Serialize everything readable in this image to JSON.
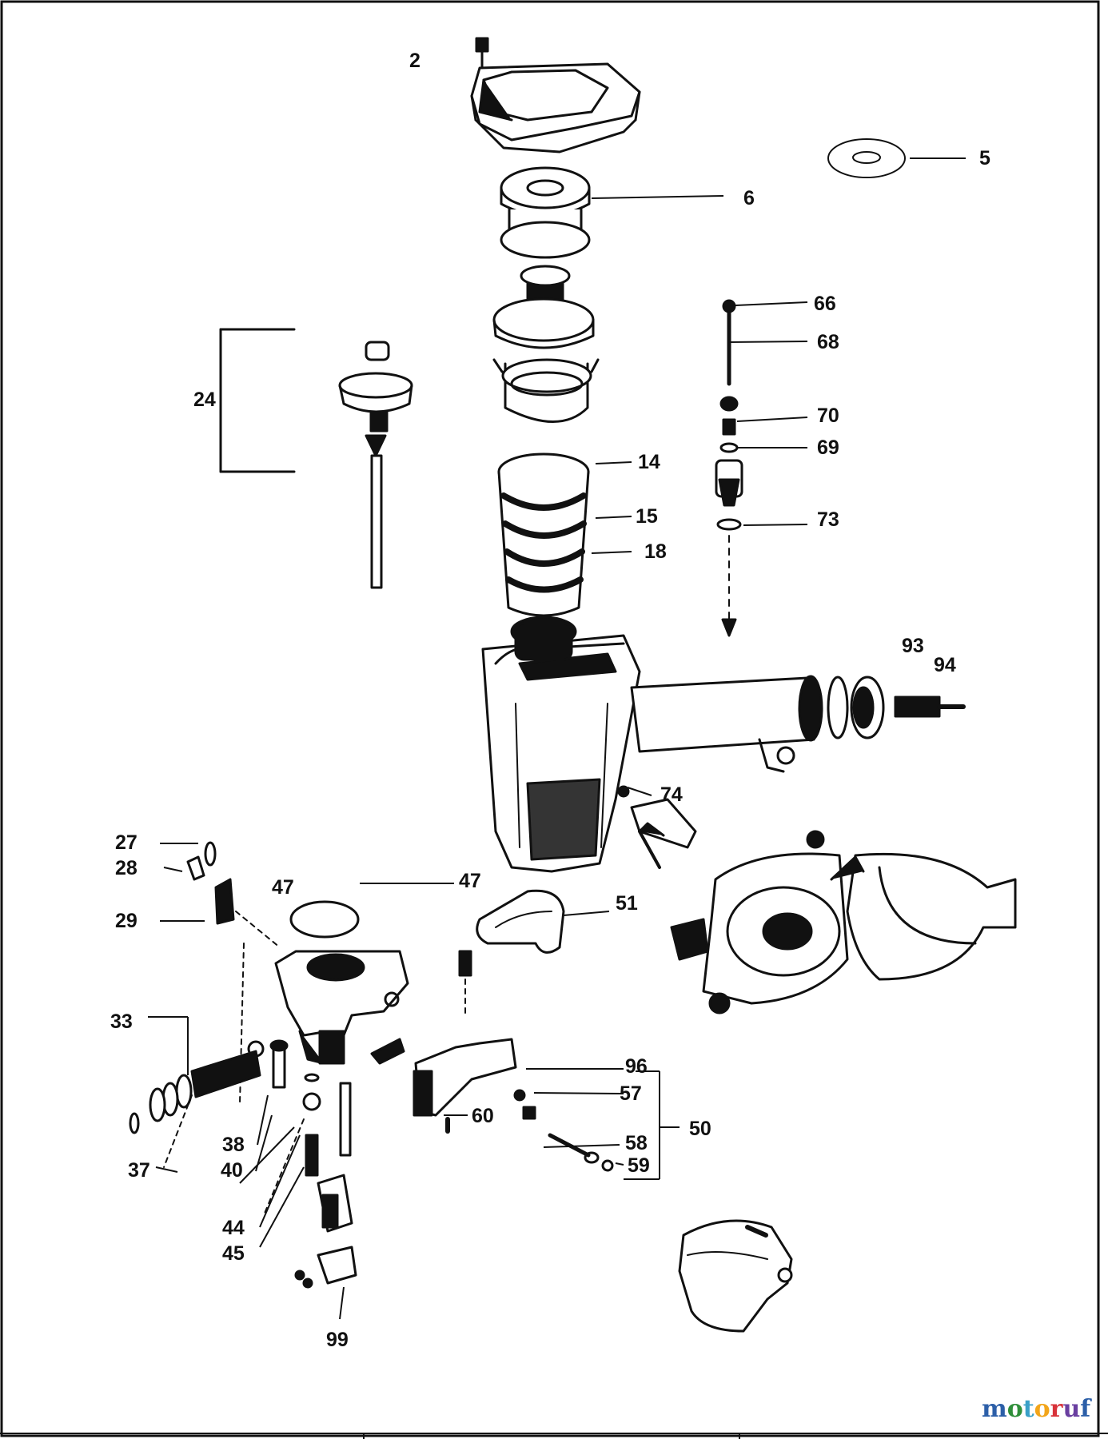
{
  "diagram": {
    "callouts": [
      "2",
      "5",
      "6",
      "66",
      "68",
      "24",
      "70",
      "69",
      "14",
      "15",
      "18",
      "73",
      "93",
      "94",
      "74",
      "27",
      "28",
      "47",
      "47",
      "29",
      "51",
      "33",
      "96",
      "57",
      "50",
      "60",
      "58",
      "59",
      "38",
      "40",
      "37",
      "44",
      "45",
      "99"
    ]
  },
  "watermark": {
    "text": "motoruf",
    "letter_colors": [
      "#2c5fa8",
      "#2f8f3a",
      "#3aa0c8",
      "#f2a51a",
      "#d8333a",
      "#6a3fa0",
      "#2c5fa8"
    ]
  },
  "colors": {
    "ink": "#111111",
    "paper": "#ffffff"
  }
}
